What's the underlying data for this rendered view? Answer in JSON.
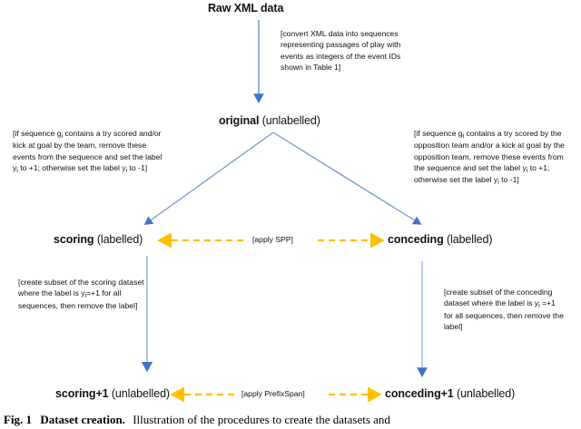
{
  "figure": {
    "caption_label": "Fig. 1",
    "caption_title": "Dataset creation.",
    "caption_text": "Illustration of the procedures to create the datasets and"
  },
  "colors": {
    "blue_arrow": "#4472C4",
    "blue_line": "#7496CE",
    "orange_arrow": "#FFC000",
    "text": "#111111"
  },
  "nodes": {
    "raw": {
      "bold": "Raw XML data",
      "plain": ""
    },
    "original": {
      "bold": "original",
      "plain": " (unlabelled)"
    },
    "scoring": {
      "bold": "scoring",
      "plain": " (labelled)"
    },
    "conceding": {
      "bold": "conceding",
      "plain": " (labelled)"
    },
    "scoring_plus1": {
      "bold": "scoring+1",
      "plain": " (unlabelled)"
    },
    "conceding_plus1": {
      "bold": "conceding+1",
      "plain": " (unlabelled)"
    }
  },
  "annotations": {
    "convert": "[convert XML data into sequences representing passages of play with events as integers of the event IDs shown in Table 1]",
    "scoring_rule": "[if sequence g_i contains a try scored and/or kick at goal by the team, remove these events from the sequence and set the label y_i to +1; otherwise set the label y_i to -1]",
    "conceding_rule": "[if sequence g_i contains a try scored by the opposition team and/or a kick at goal by the opposition team, remove these events from the sequence and set the label y_i to +1; otherwise set the label y_i to -1]",
    "scoring_subset": "[create subset of the scoring dataset where the label is y_i=+1 for all sequences, then remove the label]",
    "conceding_subset": "[create subset of the conceding dataset where the label is y_i =+1 for all sequences, then remove the label]"
  },
  "edge_labels": {
    "spp": "[apply SPP]",
    "prefixspan": "[apply PrefixSpan]"
  }
}
